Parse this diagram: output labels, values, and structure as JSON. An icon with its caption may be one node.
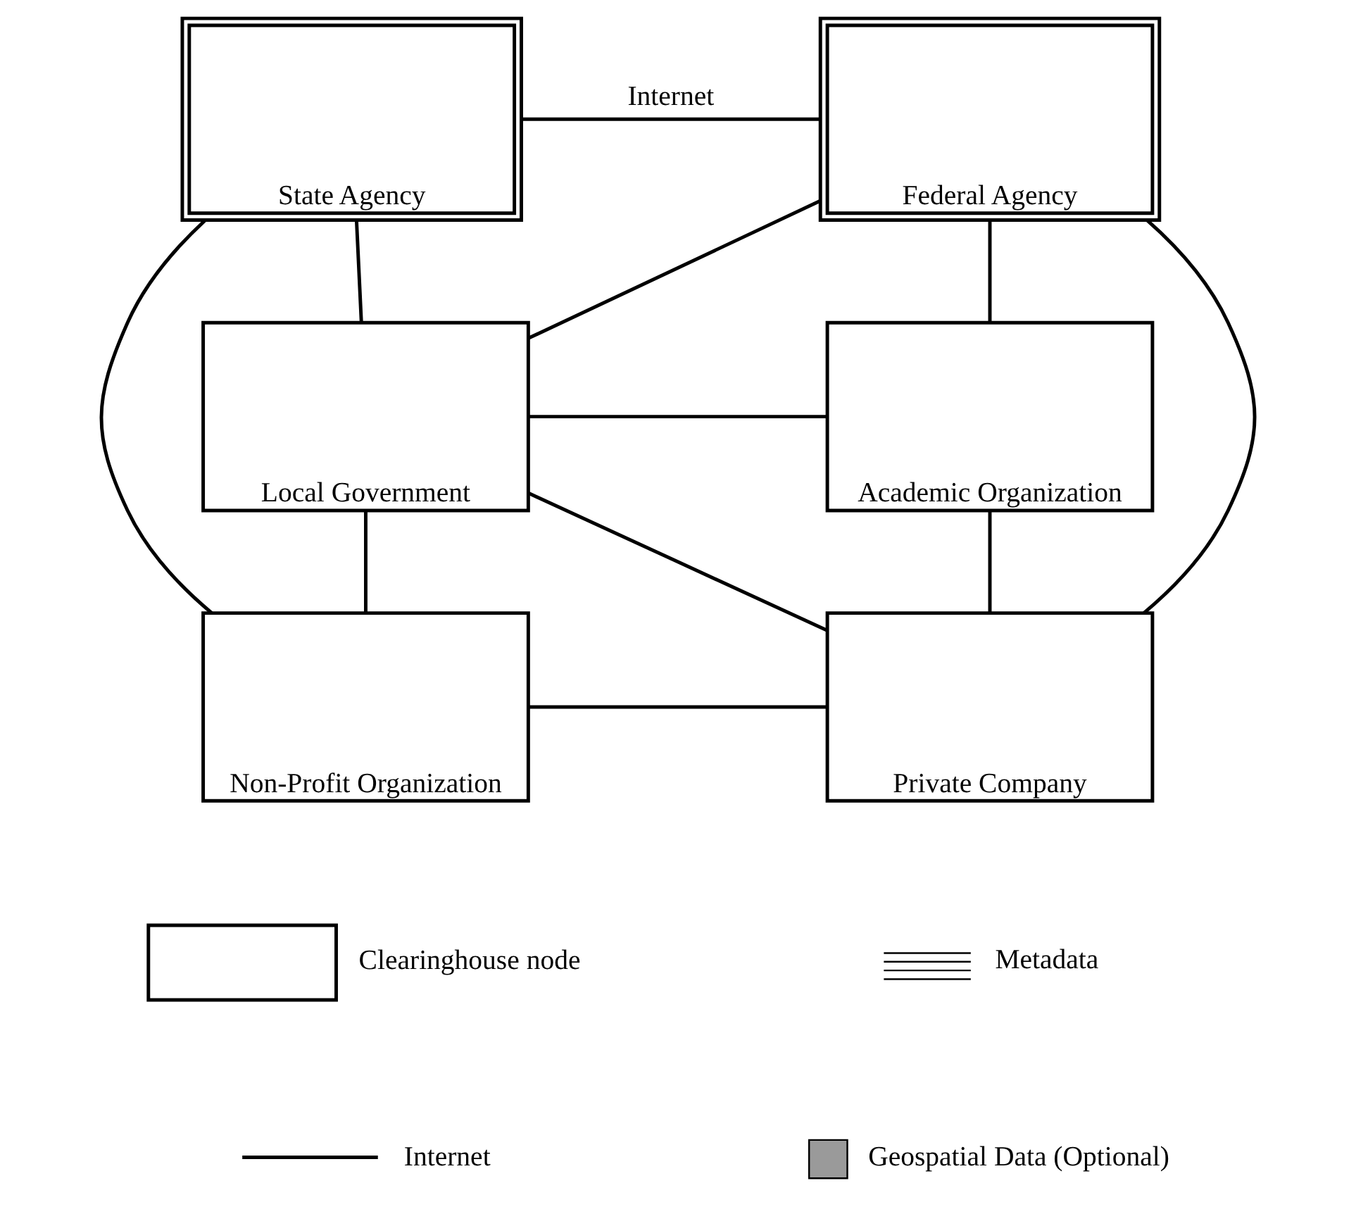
{
  "diagram": {
    "nodes": [
      {
        "text": [
          "State Agency"
        ]
      },
      {
        "text": [
          "Federal Agency"
        ]
      },
      {
        "text": [
          "Local Government"
        ]
      },
      {
        "text": [
          "Academic Organization"
        ]
      },
      {
        "text": [
          "Non-Profit Organization"
        ]
      },
      {
        "text": [
          "Private Company"
        ]
      }
    ],
    "edges": [
      {
        "from": 0,
        "to": 1,
        "arrow": "none",
        "label": "Internet"
      },
      {
        "from": 0,
        "to": 2,
        "arrow": "none"
      },
      {
        "from": 0,
        "to": 4,
        "arrow": "none"
      },
      {
        "from": 1,
        "to": 2,
        "arrow": "none"
      },
      {
        "from": 1,
        "to": 3,
        "arrow": "none"
      },
      {
        "from": 1,
        "to": 5,
        "arrow": "none"
      },
      {
        "from": 2,
        "to": 3,
        "arrow": "none"
      },
      {
        "from": 2,
        "to": 4,
        "arrow": "none"
      },
      {
        "from": 2,
        "to": 5,
        "arrow": "none"
      },
      {
        "from": 3,
        "to": 5,
        "arrow": "none"
      },
      {
        "from": 4,
        "to": 5,
        "arrow": "none"
      }
    ],
    "legend": [
      {
        "text": "Clearinghouse node"
      },
      {
        "text": "Metadata"
      },
      {
        "text": "Internet"
      },
      {
        "text": "Geospatial Data (Optional)",
        "color": "#9a9a9a"
      }
    ]
  }
}
